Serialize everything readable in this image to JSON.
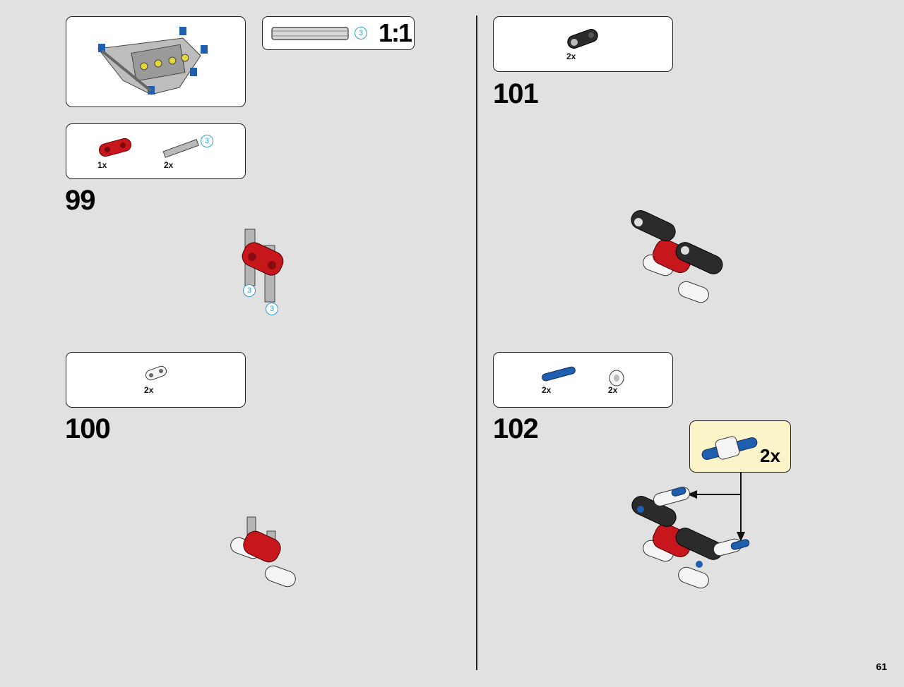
{
  "page": {
    "number": "61",
    "scale_label": "1:1",
    "axle_length": "3"
  },
  "steps": [
    {
      "number": "99",
      "parts": [
        {
          "qty": "1x",
          "name": "red-connector"
        },
        {
          "qty": "2x",
          "name": "axle-3",
          "length": "3"
        }
      ],
      "callouts": [
        "3",
        "3"
      ]
    },
    {
      "number": "100",
      "parts": [
        {
          "qty": "2x",
          "name": "white-connector"
        }
      ]
    },
    {
      "number": "101",
      "parts": [
        {
          "qty": "2x",
          "name": "black-connector"
        }
      ]
    },
    {
      "number": "102",
      "parts": [
        {
          "qty": "2x",
          "name": "blue-pin"
        },
        {
          "qty": "2x",
          "name": "white-bush"
        }
      ],
      "subassembly_qty": "2x"
    }
  ],
  "colors": {
    "red": "#c8161d",
    "black": "#2b2b2b",
    "blue": "#1f5fb0",
    "gray": "#a9a9a9",
    "bg": "#e1e1e1",
    "callout": "#fbf4c8"
  }
}
